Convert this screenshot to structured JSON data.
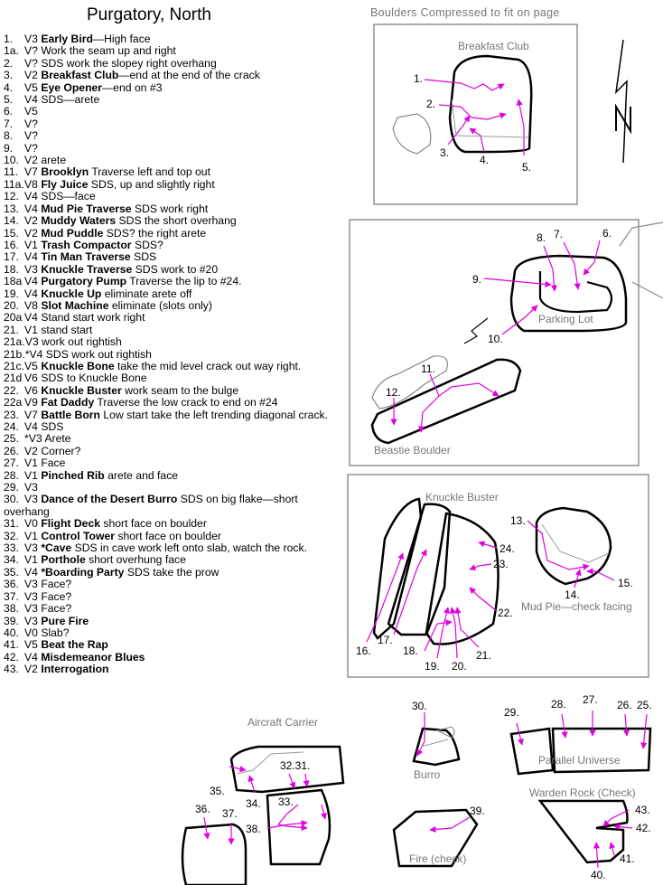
{
  "title": "Purgatory, North",
  "note": "Boulders Compressed to fit on page",
  "route_list": [
    {
      "num": "1.",
      "grade": "V3",
      "name": "Early Bird",
      "desc": "—High face"
    },
    {
      "num": "1a.",
      "grade": "V?",
      "name": "",
      "desc": "Work the seam up and right"
    },
    {
      "num": "2.",
      "grade": "V?",
      "name": "",
      "desc": "SDS work the slopey right overhang"
    },
    {
      "num": "3.",
      "grade": "V2",
      "name": "Breakfast Club",
      "desc": "—end at the end of the crack"
    },
    {
      "num": "4.",
      "grade": "V5",
      "name": "Eye Opener",
      "desc": "—end on #3"
    },
    {
      "num": "5.",
      "grade": "V4",
      "name": "",
      "desc": "SDS—arete"
    },
    {
      "num": "6.",
      "grade": "V5",
      "name": "",
      "desc": ""
    },
    {
      "num": "7.",
      "grade": "V?",
      "name": "",
      "desc": ""
    },
    {
      "num": "8.",
      "grade": "V?",
      "name": "",
      "desc": ""
    },
    {
      "num": "9.",
      "grade": "V?",
      "name": "",
      "desc": ""
    },
    {
      "num": "10.",
      "grade": "V2",
      "name": "",
      "desc": "arete"
    },
    {
      "num": "11.",
      "grade": "V7",
      "name": "Brooklyn",
      "desc": "Traverse left and top out"
    },
    {
      "num": "11a.",
      "grade": "V8",
      "name": "Fly Juice",
      "desc": "SDS, up and slightly right"
    },
    {
      "num": "12.",
      "grade": "V4",
      "name": "",
      "desc": "SDS—face"
    },
    {
      "num": "13.",
      "grade": "V4",
      "name": "Mud Pie Traverse",
      "desc": "SDS work right"
    },
    {
      "num": "14.",
      "grade": "V2",
      "name": "Muddy Waters",
      "desc": "SDS the short overhang"
    },
    {
      "num": "15.",
      "grade": "V2",
      "name": "Mud Puddle",
      "desc": "SDS? the right arete"
    },
    {
      "num": "16.",
      "grade": "V1",
      "name": "Trash Compactor",
      "desc": "SDS?"
    },
    {
      "num": "17.",
      "grade": "V4",
      "name": "Tin Man Traverse",
      "desc": "SDS"
    },
    {
      "num": "18.",
      "grade": "V3",
      "name": "Knuckle Traverse",
      "desc": "SDS work to #20"
    },
    {
      "num": "18a",
      "grade": "V4",
      "name": "Purgatory Pump",
      "desc": "Traverse the lip to #24."
    },
    {
      "num": "19.",
      "grade": "V4",
      "name": "Knuckle Up",
      "desc": "eliminate arete off"
    },
    {
      "num": "20.",
      "grade": "V8",
      "name": "Slot Machine",
      "desc": "eliminate (slots only)"
    },
    {
      "num": "20a",
      "grade": "V4",
      "name": "",
      "desc": "Stand start work right"
    },
    {
      "num": "21.",
      "grade": "V1",
      "name": "",
      "desc": "stand start"
    },
    {
      "num": "21a.",
      "grade": "V3",
      "name": "",
      "desc": "work out rightish"
    },
    {
      "num": "21b.",
      "grade": "*V4",
      "name": "",
      "desc": "SDS work out rightish"
    },
    {
      "num": "21c.",
      "grade": "V5",
      "name": "Knuckle Bone",
      "desc": "take the mid level crack out way right."
    },
    {
      "num": "21d",
      "grade": "V6",
      "name": "",
      "desc": "SDS to Knuckle Bone"
    },
    {
      "num": "22.",
      "grade": "V6",
      "name": "Knuckle Buster",
      "desc": "work seam to the bulge"
    },
    {
      "num": "22a",
      "grade": "V9",
      "name": "Fat Daddy",
      "desc": "Traverse the low crack to end on #24"
    },
    {
      "num": "23.",
      "grade": "V7",
      "name": "Battle Born",
      "desc": "Low start take the left trending diagonal crack."
    },
    {
      "num": "24.",
      "grade": "V4",
      "name": "",
      "desc": "SDS"
    },
    {
      "num": "25.",
      "grade": "*V3",
      "name": "",
      "desc": "Arete"
    },
    {
      "num": "26.",
      "grade": "V2",
      "name": "",
      "desc": "Corner?"
    },
    {
      "num": "27.",
      "grade": "V1",
      "name": "",
      "desc": "Face"
    },
    {
      "num": "28.",
      "grade": "V1",
      "name": "Pinched Rib",
      "desc": "arete and face"
    },
    {
      "num": "29.",
      "grade": "V3",
      "name": "",
      "desc": ""
    },
    {
      "num": "30.",
      "grade": "V3",
      "name": "Dance of the Desert Burro",
      "desc": "SDS on big flake—short overhang"
    },
    {
      "num": "31.",
      "grade": "V0",
      "name": "Flight Deck",
      "desc": "short face on boulder"
    },
    {
      "num": "32.",
      "grade": "V1",
      "name": "Control Tower",
      "desc": "short face on boulder"
    },
    {
      "num": "33.",
      "grade": "V3",
      "name": "*Cave",
      "desc": "SDS in cave work left onto slab, watch the rock."
    },
    {
      "num": "34.",
      "grade": "V1",
      "name": "Porthole",
      "desc": "short overhung face"
    },
    {
      "num": "35.",
      "grade": "V4",
      "name": "*Boarding Party",
      "desc": "SDS take the prow"
    },
    {
      "num": "36.",
      "grade": "V3",
      "name": "",
      "desc": "Face?"
    },
    {
      "num": "37.",
      "grade": "V3",
      "name": "",
      "desc": "Face?"
    },
    {
      "num": "38.",
      "grade": "V3",
      "name": "",
      "desc": "Face?"
    },
    {
      "num": "39.",
      "grade": "V3",
      "name": "Pure Fire",
      "desc": ""
    },
    {
      "num": "40.",
      "grade": "V0",
      "name": "",
      "desc": "Slab?"
    },
    {
      "num": "41.",
      "grade": "V5",
      "name": "Beat the Rap",
      "desc": ""
    },
    {
      "num": "42.",
      "grade": "V4",
      "name": "Misdemeanor Blues",
      "desc": ""
    },
    {
      "num": "43.",
      "grade": "V2",
      "name": "Interrogation",
      "desc": ""
    }
  ],
  "boulder_labels": {
    "breakfast_club": "Breakfast Club",
    "parking_lot": "Parking Lot",
    "beastie_boulder": "Beastie Boulder",
    "knuckle_buster": "Knuckle Buster",
    "mud_pie": "Mud Pie—check facing",
    "aircraft_carrier": "Aircraft Carrier",
    "burro": "Burro",
    "parallel_universe": "Parallel Universe",
    "warden_rock": "Warden Rock (Check)",
    "fire": "Fire (check)"
  },
  "north_label": "N",
  "route_numbers": {
    "n1": "1.",
    "n2": "2.",
    "n3": "3.",
    "n4": "4.",
    "n5": "5.",
    "n6": "6.",
    "n7": "7.",
    "n8": "8.",
    "n9": "9.",
    "n10": "10.",
    "n11": "11.",
    "n12": "12.",
    "n13": "13.",
    "n14": "14.",
    "n15": "15.",
    "n16": "16.",
    "n17": "17.",
    "n18": "18.",
    "n19": "19.",
    "n20": "20.",
    "n21": "21.",
    "n22": "22.",
    "n23": "23.",
    "n24": "24.",
    "n25": "25.",
    "n26": "26.",
    "n27": "27.",
    "n28": "28.",
    "n29": "29.",
    "n30": "30.",
    "n31": "32.31.",
    "n33": "33.",
    "n34": "34.",
    "n35": "35.",
    "n36": "36.",
    "n37": "37.",
    "n38": "38.",
    "n39": "39.",
    "n40": "40.",
    "n41": "41.",
    "n42": "42.",
    "n43": "43."
  },
  "colors": {
    "route_line": "#e000e0",
    "boulder_outline": "#000000",
    "frame": "#777777",
    "label_gray": "#777777"
  }
}
